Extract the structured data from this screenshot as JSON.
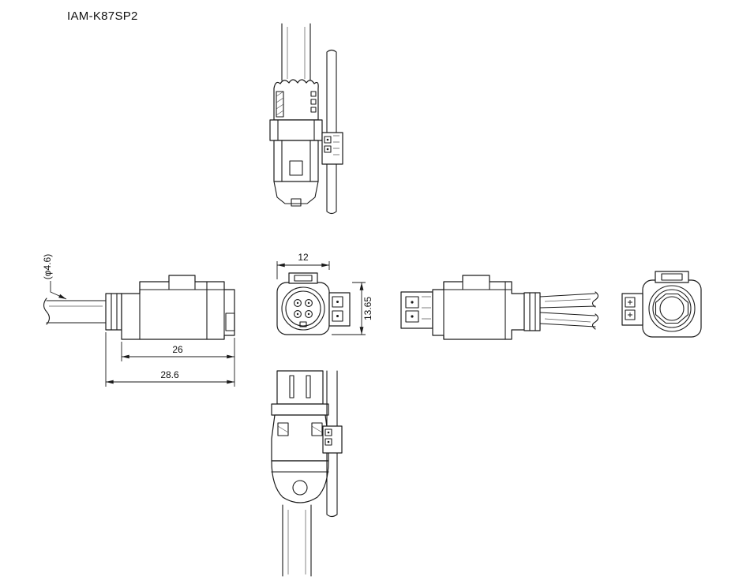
{
  "title": "IAM-K87SP2",
  "dimensions": {
    "wire_diameter": "(φ4.6)",
    "housing_length": "26",
    "overall_length": "28.6",
    "width": "12",
    "height": "13.65"
  },
  "colors": {
    "line": "#1a1a1a",
    "background": "#ffffff"
  }
}
